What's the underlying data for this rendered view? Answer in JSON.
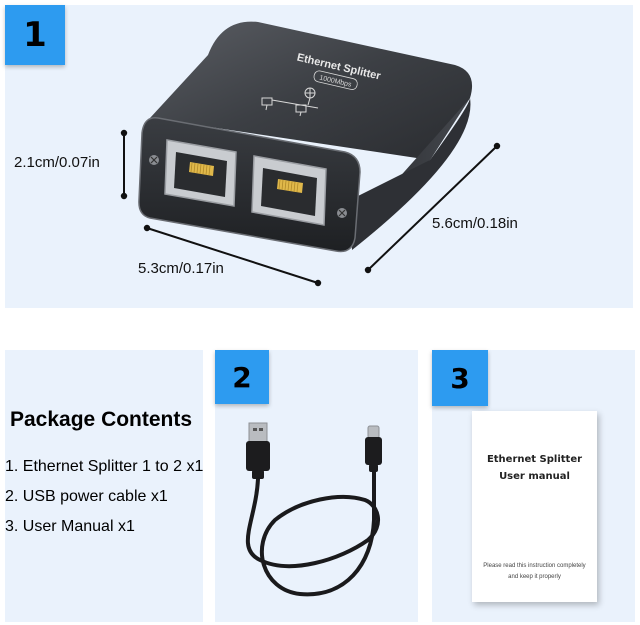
{
  "panels": {
    "panel1_badge": "1",
    "panel2_badge": "2",
    "panel3_badge": "3"
  },
  "device": {
    "title": "Ethernet Splitter",
    "speed": "1000Mbps"
  },
  "dimensions": {
    "height": "2.1cm/0.07in",
    "width": "5.3cm/0.17in",
    "depth": "5.6cm/0.18in"
  },
  "package": {
    "title": "Package Contents",
    "items": [
      "1. Ethernet Splitter 1 to 2 x1",
      "2. USB power cable x1",
      "3. User Manual x1"
    ]
  },
  "manual": {
    "title_line1": "Ethernet Splitter",
    "title_line2": "User manual",
    "note_line1": "Please read this instruction completely",
    "note_line2": "and keep it properly"
  },
  "colors": {
    "panel_bg": "#eaf2fc",
    "badge_bg": "#2d9bf0",
    "device_body": "#2b2d31"
  }
}
